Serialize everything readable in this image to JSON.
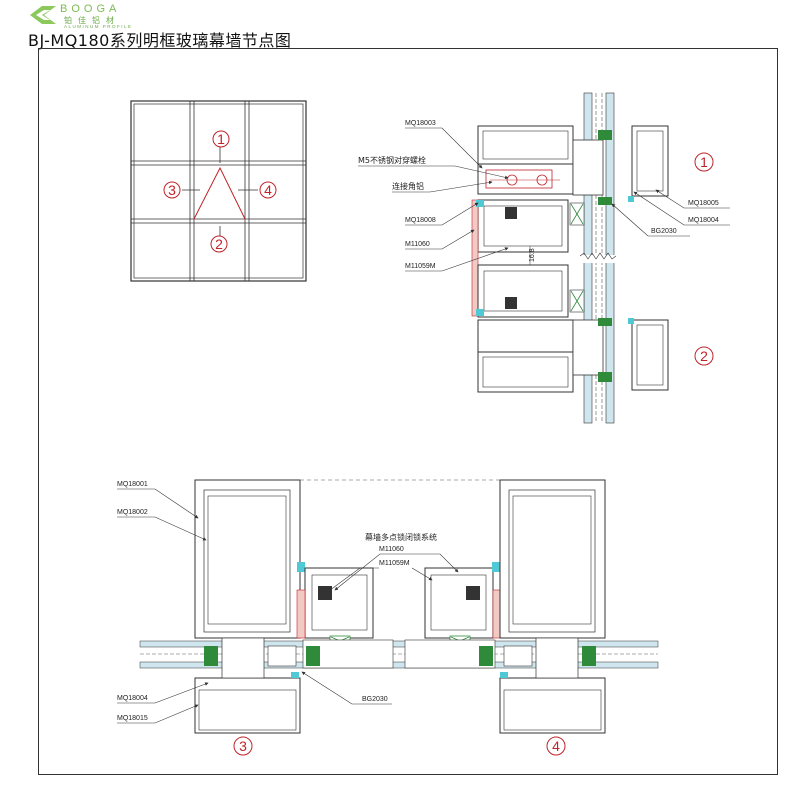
{
  "header": {
    "brand_name": "BOOGA",
    "brand_cn": "铂佳铝材",
    "brand_sub": "ALUMINUM PROFILE",
    "title": "BJ-MQ180系列明框玻璃幕墙节点图"
  },
  "elevation": {
    "markers": [
      "1",
      "2",
      "3",
      "4"
    ]
  },
  "section_1_2": {
    "callouts": {
      "mq18003": "MQ18003",
      "m5_bolt": "M5不锈钢对穿螺栓",
      "corner_connector": "连接角铝",
      "mq18008": "MQ18008",
      "m11060": "M11060",
      "m11059m": "M11059M",
      "mq18005": "MQ18005",
      "mq18004": "MQ18004",
      "bg2030": "BG2030",
      "dim_16_8": "16.8"
    },
    "markers": [
      "1",
      "2"
    ]
  },
  "section_3_4": {
    "callouts": {
      "mq18001": "MQ18001",
      "mq18002": "MQ18002",
      "lock_system": "幕墙多点锁闭锁系统",
      "m11060": "M11060",
      "m11059m": "M11059M",
      "mq18004": "MQ18004",
      "mq18015": "MQ18015",
      "bg2030": "BG2030"
    },
    "markers": [
      "3",
      "4"
    ]
  },
  "colors": {
    "accent_red": "#c0242a",
    "brand_green": "#7cbc52",
    "glass_blue": "#cfe6ee",
    "gasket_green": "#2f8a3a",
    "seal_cyan": "#4fc9d6",
    "line": "#333333"
  }
}
